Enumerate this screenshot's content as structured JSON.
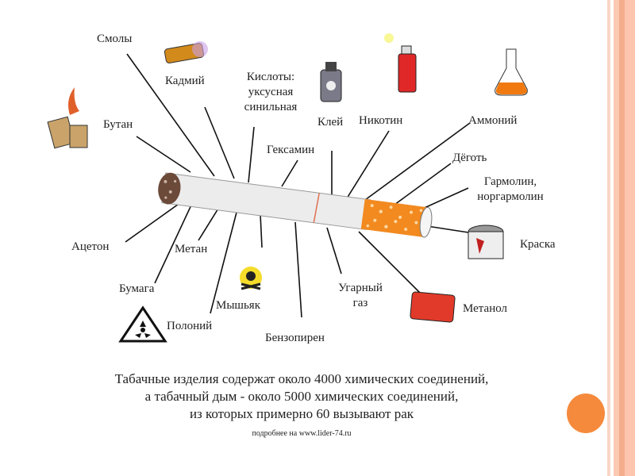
{
  "labels": {
    "smoly": "Смолы",
    "kadmiy": "Кадмий",
    "kisloty": [
      "Кислоты:",
      "уксусная",
      "синильная"
    ],
    "kley": "Клей",
    "nikotin": "Никотин",
    "ammoniy": "Аммоний",
    "butan": "Бутан",
    "geksamin": "Гексамин",
    "degot": "Дёготь",
    "garmolin": [
      "Гармолин,",
      "норгармолин"
    ],
    "aceton": "Ацетон",
    "metan": "Метан",
    "kraska": "Краска",
    "bumaga": "Бумага",
    "myshyak": "Мышьяк",
    "ugarny": [
      "Угарный",
      "газ"
    ],
    "metanol": "Метанол",
    "poloniy": "Полоний",
    "benzopiren": "Бензопирен"
  },
  "caption": [
    "Табачные изделия содержат около 4000 химических соединений,",
    "а табачный дым - около 5000 химических соединений,",
    "из которых примерно 60 вызывают рак"
  ],
  "credit": "подробнее на www.lider-74.ru",
  "colors": {
    "accent": "#f58a3c",
    "filter": "#f28a20",
    "border": "#f9c3a8"
  }
}
